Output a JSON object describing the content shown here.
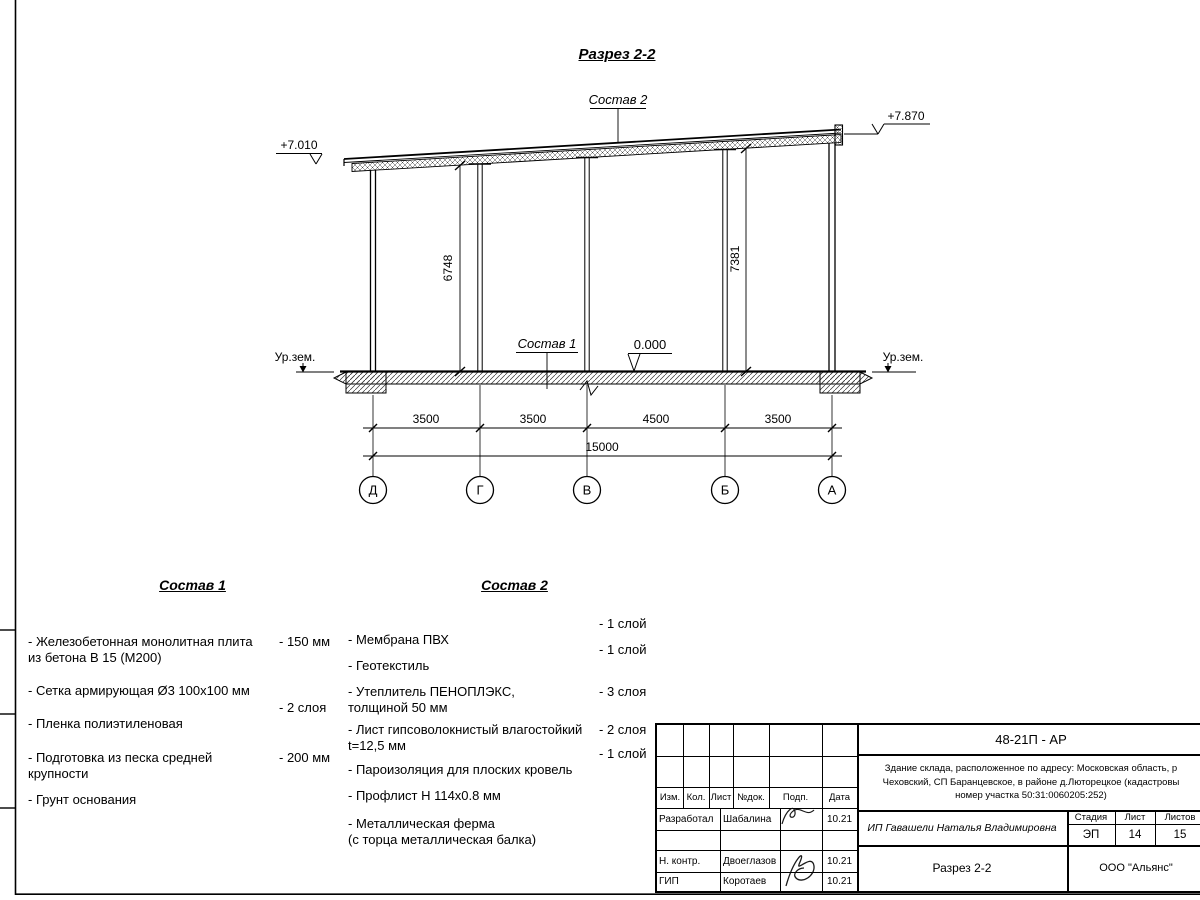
{
  "page": {
    "title": "Разрез 2-2"
  },
  "drawing": {
    "elevation_left": "+7.010",
    "elevation_right": "+7.870",
    "elevation_zero": "0.000",
    "ground_label_left": "Ур.зем.",
    "ground_label_right": "Ур.зем.",
    "callout_sostav1": "Состав 1",
    "callout_sostav2": "Состав 2",
    "dim_height_left": "6748",
    "dim_height_right": "7381",
    "dim_spans": [
      "3500",
      "3500",
      "4500",
      "3500"
    ],
    "dim_total": "15000",
    "axes": [
      "Д",
      "Г",
      "В",
      "Б",
      "А"
    ]
  },
  "sostav1": {
    "title": "Состав 1",
    "items": [
      {
        "text": "- Железобетонная  монолитная плита\nиз бетона В 15 (М200)",
        "value": "- 150 мм"
      },
      {
        "text": "- Сетка армирующая Ø3 100x100 мм",
        "value": ""
      },
      {
        "text": "- Пленка полиэтиленовая",
        "value": "- 2 слоя"
      },
      {
        "text": "- Подготовка из песка средней\nкрупности",
        "value": "- 200 мм"
      },
      {
        "text": "- Грунт основания",
        "value": ""
      }
    ]
  },
  "sostav2": {
    "title": "Состав 2",
    "items": [
      {
        "text": "- Мембрана ПВХ",
        "value": "- 1 слой"
      },
      {
        "text": "- Геотекстиль",
        "value": "- 1 слой"
      },
      {
        "text": "- Утеплитель ПЕНОПЛЭКС,\nтолщиной 50 мм",
        "value": "- 3 слоя"
      },
      {
        "text": "- Лист гипсоволокнистый влагостойкий\nt=12,5 мм",
        "value": "- 2 слоя"
      },
      {
        "text": "- Пароизоляция для плоских кровель",
        "value": "- 1 слой"
      },
      {
        "text": "- Профлист Н 114x0.8 мм",
        "value": ""
      },
      {
        "text": "- Металлическая ферма\n(с торца металлическая балка)",
        "value": ""
      }
    ]
  },
  "titleblock": {
    "doc_code": "48-21П - АР",
    "description_line1": "Здание склада, расположенное по адресу: Московская область, р",
    "description_line2": "Чеховский, СП Баранцевское, в районе д.Люторецкое  (кадастровы",
    "description_line3": "номер участка 50:31:0060205:252)",
    "header_cols": {
      "izm": "Изм.",
      "kol": "Кол.",
      "list": "Лист",
      "ndok": "№док.",
      "podp": "Подп.",
      "data": "Дата"
    },
    "rows": [
      {
        "role": "Разработал",
        "name": "Шабалина",
        "date": "10.21"
      },
      {
        "role": "Н. контр.",
        "name": "Двоеглазов",
        "date": "10.21"
      },
      {
        "role": "ГИП",
        "name": "Коротаев",
        "date": "10.21"
      }
    ],
    "client": "ИП Гавашели Наталья Владимировна",
    "stage_label": "Стадия",
    "sheet_label": "Лист",
    "sheets_label": "Листов",
    "stage": "ЭП",
    "sheet": "14",
    "sheets": "15",
    "drawing_name": "Разрез 2-2",
    "company": "ООО \"Альянс\""
  }
}
